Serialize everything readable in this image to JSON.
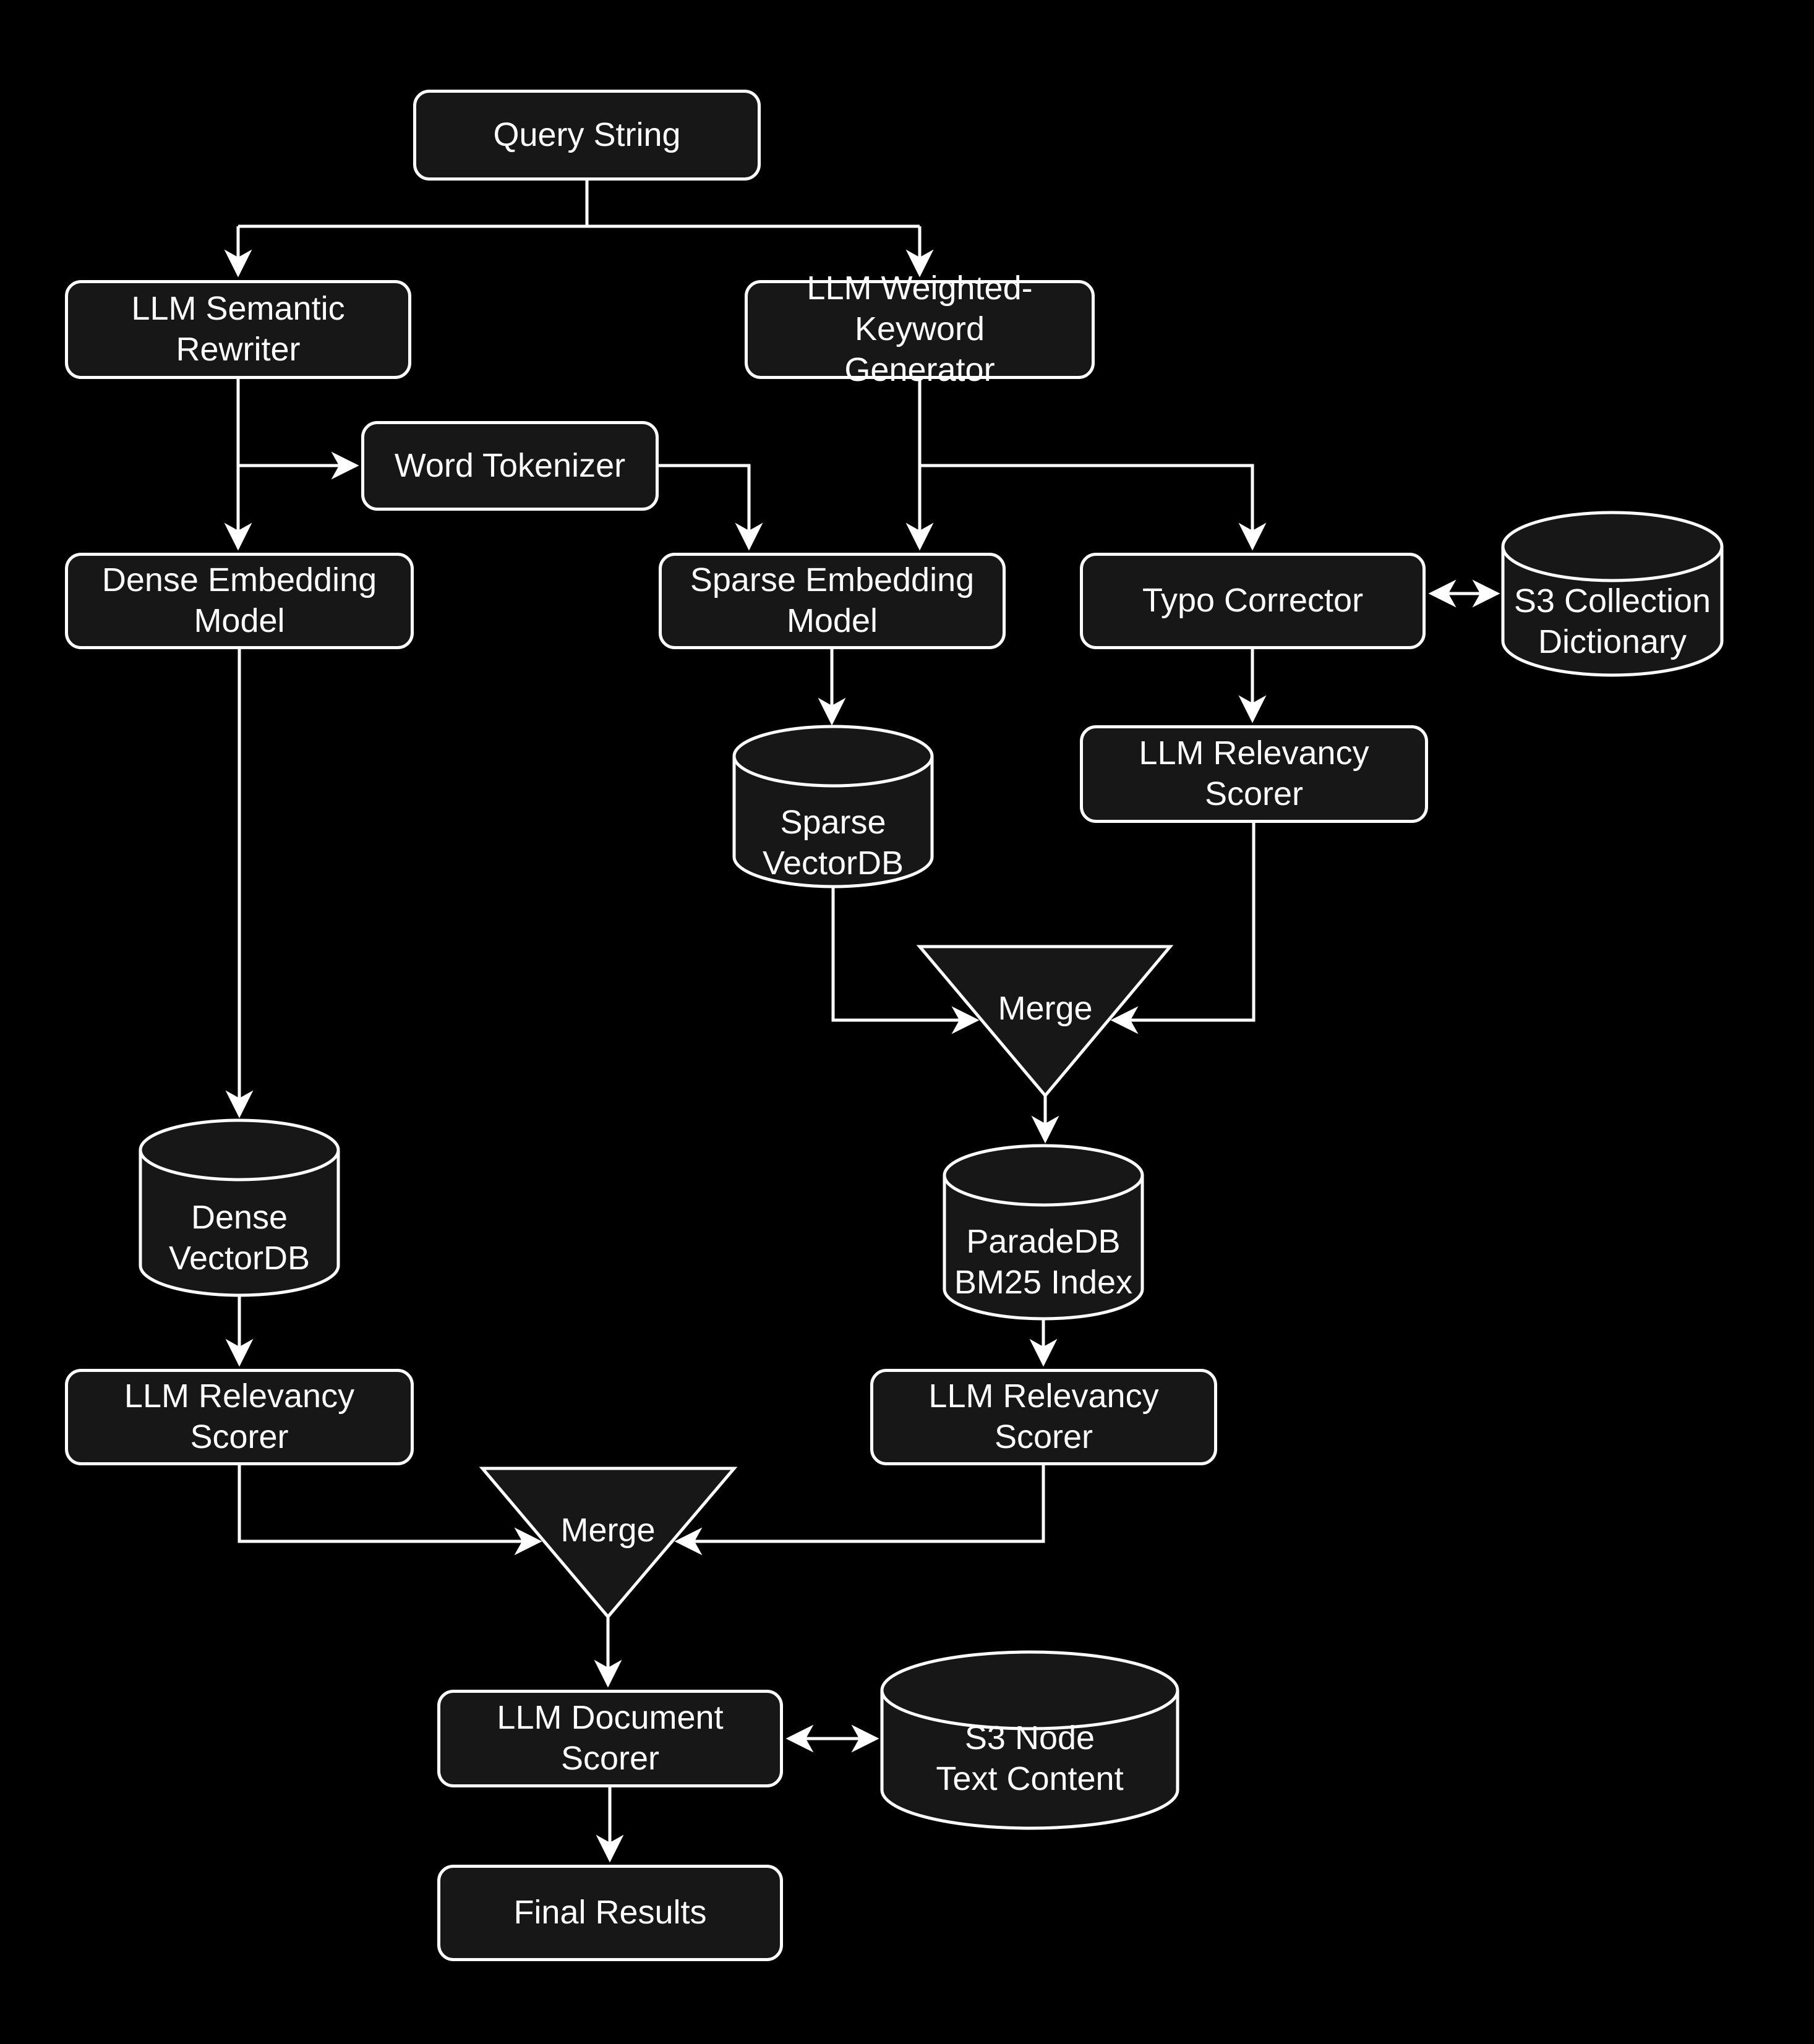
{
  "diagram": {
    "title": "Hybrid search retrieval pipeline flowchart",
    "background_color": "#000000",
    "node_fill_color": "#171717",
    "stroke_color": "#ffffff",
    "text_color": "#ffffff",
    "nodes": {
      "query_string": {
        "label": "Query String",
        "type": "box"
      },
      "llm_semantic_rewriter": {
        "label": "LLM Semantic\nRewriter",
        "type": "box"
      },
      "llm_weighted_keyword_generator": {
        "label": "LLM Weighted-Keyword\nGenerator",
        "type": "box"
      },
      "word_tokenizer": {
        "label": "Word Tokenizer",
        "type": "box"
      },
      "dense_embedding_model": {
        "label": "Dense Embedding\nModel",
        "type": "box"
      },
      "sparse_embedding_model": {
        "label": "Sparse Embedding\nModel",
        "type": "box"
      },
      "typo_corrector": {
        "label": "Typo Corrector",
        "type": "box"
      },
      "s3_collection_dictionary": {
        "label": "S3 Collection\nDictionary",
        "type": "cylinder"
      },
      "sparse_vectordb": {
        "label": "Sparse\nVectorDB",
        "type": "cylinder"
      },
      "llm_relevancy_scorer_typo": {
        "label": "LLM Relevancy\nScorer",
        "type": "box"
      },
      "merge_1": {
        "label": "Merge",
        "type": "triangle"
      },
      "dense_vectordb": {
        "label": "Dense\nVectorDB",
        "type": "cylinder"
      },
      "paradedb_bm25_index": {
        "label": "ParadeDB\nBM25 Index",
        "type": "cylinder"
      },
      "llm_relevancy_scorer_dense": {
        "label": "LLM Relevancy\nScorer",
        "type": "box"
      },
      "llm_relevancy_scorer_sparse": {
        "label": "LLM Relevancy\nScorer",
        "type": "box"
      },
      "merge_2": {
        "label": "Merge",
        "type": "triangle"
      },
      "llm_document_scorer": {
        "label": "LLM Document\nScorer",
        "type": "box"
      },
      "s3_node_text_content": {
        "label": "S3 Node\nText Content",
        "type": "cylinder"
      },
      "final_results": {
        "label": "Final Results",
        "type": "box"
      }
    },
    "edges": [
      "query_string -> llm_semantic_rewriter",
      "query_string -> llm_weighted_keyword_generator",
      "llm_semantic_rewriter -> word_tokenizer",
      "llm_semantic_rewriter -> dense_embedding_model",
      "word_tokenizer -> sparse_embedding_model",
      "llm_weighted_keyword_generator -> sparse_embedding_model",
      "llm_weighted_keyword_generator -> typo_corrector",
      "typo_corrector <-> s3_collection_dictionary",
      "typo_corrector -> llm_relevancy_scorer_typo",
      "sparse_embedding_model -> sparse_vectordb",
      "sparse_vectordb -> merge_1",
      "llm_relevancy_scorer_typo -> merge_1",
      "merge_1 -> paradedb_bm25_index",
      "dense_embedding_model -> dense_vectordb",
      "dense_vectordb -> llm_relevancy_scorer_dense",
      "paradedb_bm25_index -> llm_relevancy_scorer_sparse",
      "llm_relevancy_scorer_dense -> merge_2",
      "llm_relevancy_scorer_sparse -> merge_2",
      "merge_2 -> llm_document_scorer",
      "llm_document_scorer <-> s3_node_text_content",
      "llm_document_scorer -> final_results"
    ]
  }
}
